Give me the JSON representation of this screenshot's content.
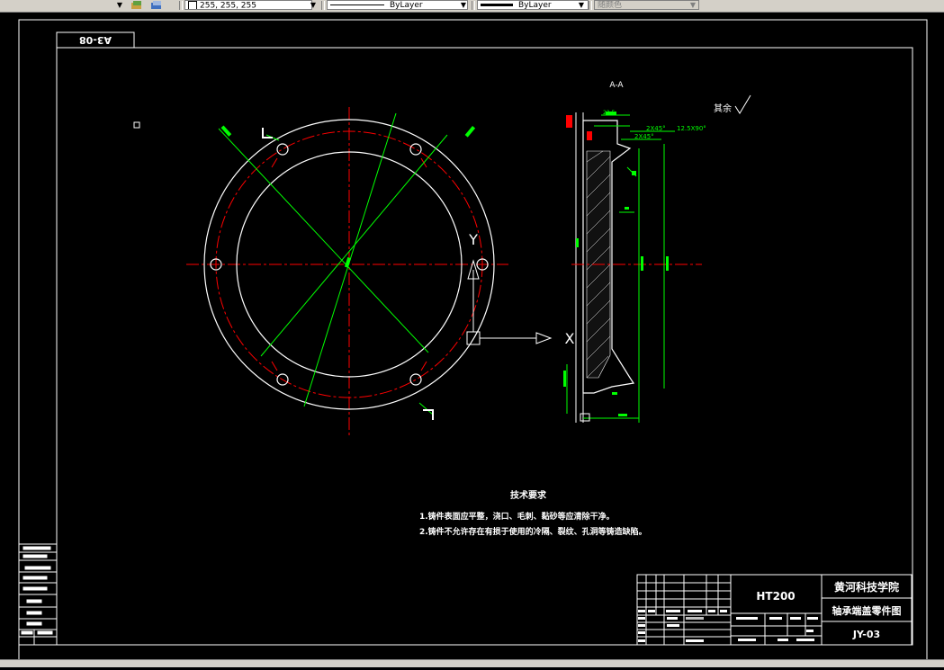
{
  "toolbar": {
    "color_combo": "255, 255, 255",
    "linetype_combo": "ByLayer",
    "lineweight_combo": "ByLayer",
    "plotstyle_combo": "随颜色"
  },
  "drawing": {
    "rotated_tag": "A3-08",
    "section_label": "A-A",
    "surface_note": "其余",
    "tech_req_title": "技术要求",
    "tech_req_1": "1.铸件表面应平整，浇口、毛刺、黏砂等应清除干净。",
    "tech_req_2": "2.铸件不允许存在有损于使用的冷隔、裂纹、孔洞等铸造缺陷。",
    "ucs_x": "X",
    "ucs_y": "Y",
    "dim_chamfer1": "2X45°",
    "dim_chamfer2": "2X45°",
    "dim_countersink": "12.5X90°",
    "dim_top": "22.5",
    "title_block": {
      "material": "HT200",
      "school": "黄河科技学院",
      "part_name": "轴承端盖零件图",
      "drawing_no": "JY-03"
    }
  },
  "colors": {
    "background": "#000000",
    "line": "#ffffff",
    "center_line": "#ff0000",
    "dimension": "#00ff00",
    "toolbar": "#d4d0c8"
  }
}
